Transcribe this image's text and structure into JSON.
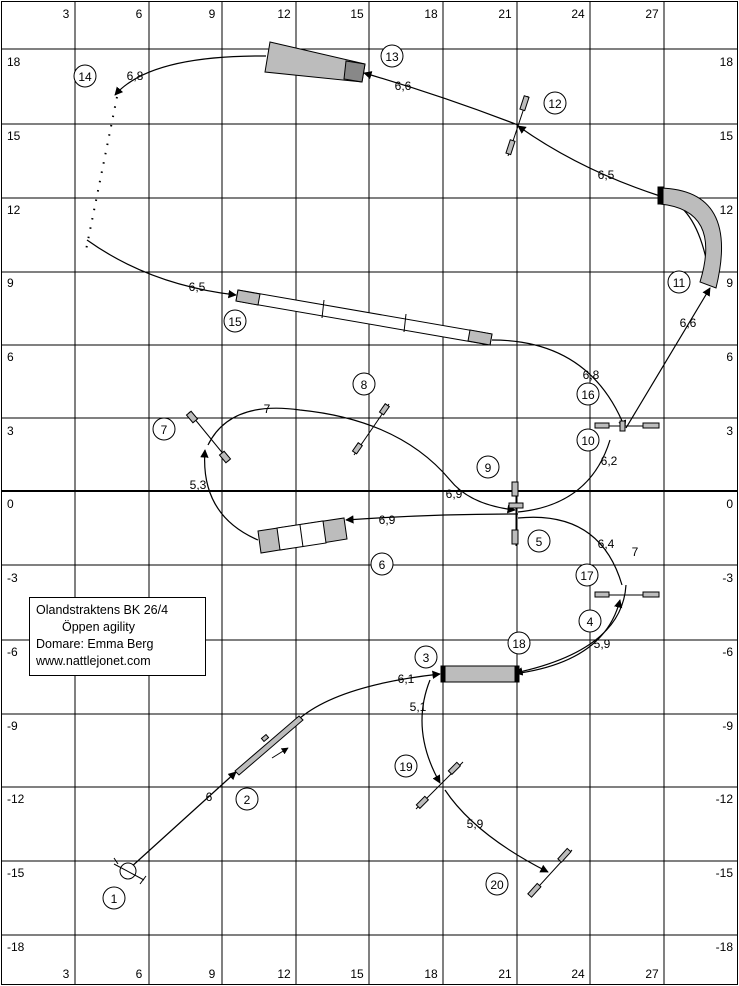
{
  "colors": {
    "grid": "#000000",
    "obstacle_fill": "#bcbcbc",
    "line": "#000000",
    "background": "#ffffff"
  },
  "axis": {
    "top_labels": [
      "3",
      "6",
      "9",
      "12",
      "15",
      "18",
      "21",
      "24",
      "27"
    ],
    "bottom_labels": [
      "3",
      "6",
      "9",
      "12",
      "15",
      "18",
      "21",
      "24",
      "27"
    ],
    "left_labels": [
      "18",
      "15",
      "12",
      "9",
      "6",
      "3",
      "0",
      "-3",
      "-6",
      "-9",
      "-12",
      "-15",
      "-18"
    ],
    "right_labels": [
      "18",
      "15",
      "12",
      "9",
      "6",
      "3",
      "0",
      "-3",
      "-6",
      "-9",
      "-12",
      "-15",
      "-18"
    ]
  },
  "info": {
    "title": "Olandstraktens BK 26/4",
    "class": "Öppen agility",
    "judge": "Domare: Emma Berg",
    "website": "www.nattlejonet.com"
  },
  "numbers": [
    "1",
    "2",
    "3",
    "4",
    "5",
    "6",
    "7",
    "8",
    "9",
    "10",
    "11",
    "12",
    "13",
    "14",
    "15",
    "16",
    "17",
    "18",
    "19",
    "20"
  ],
  "distances": [
    "6",
    "6,1",
    "5,1",
    "5,9",
    "6,4",
    "7",
    "5,9",
    "6,9",
    "6,9",
    "5,3",
    "7",
    "6,2",
    "6,6",
    "6,5",
    "6,6",
    "6,8",
    "6,5",
    "6,8"
  ]
}
